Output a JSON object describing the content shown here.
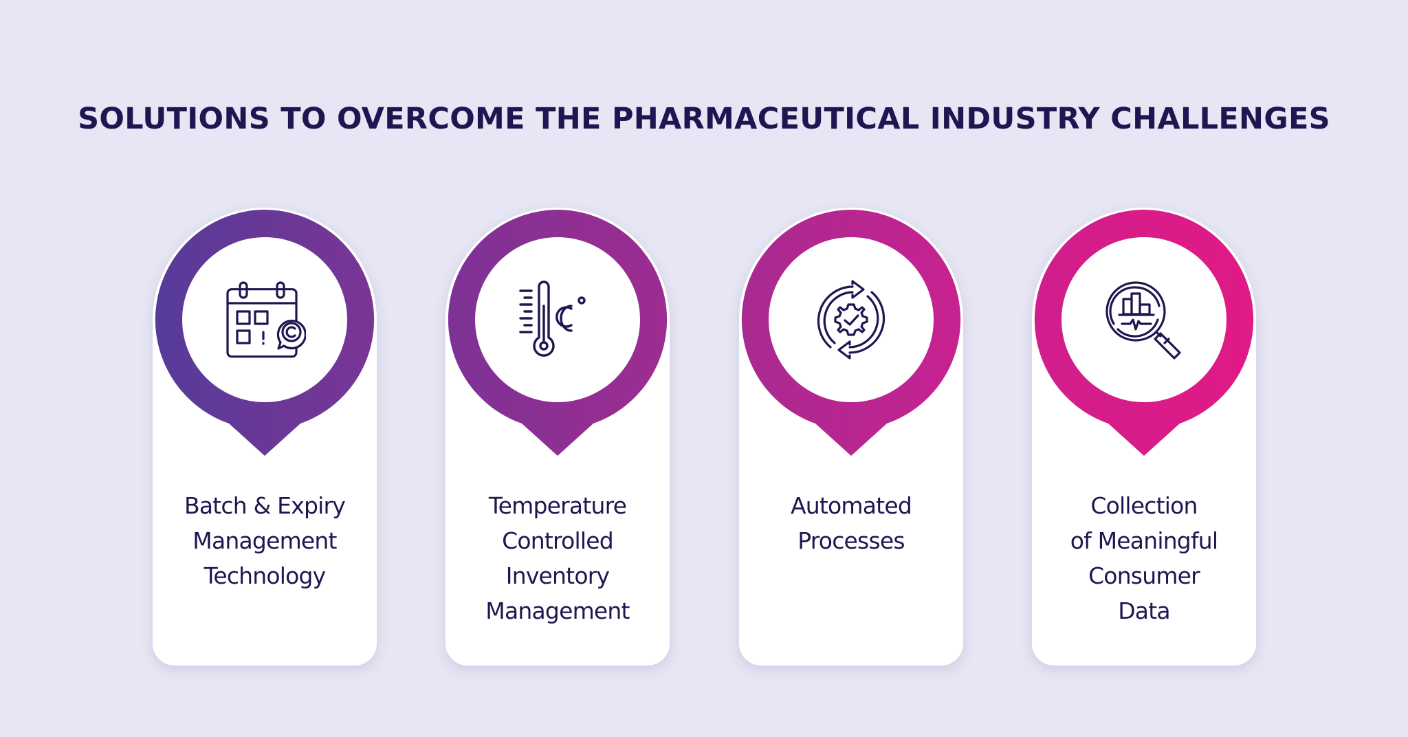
{
  "title": "SOLUTIONS TO OVERCOME THE PHARMACEUTICAL INDUSTRY CHALLENGES",
  "colors": {
    "background": "#E6E6F4",
    "text": "#1E1650",
    "gradient_start": "#563B99",
    "gradient_end": "#E01A86"
  },
  "cards": [
    {
      "icon": "calendar-expiry-icon",
      "lines": [
        "Batch & Expiry",
        "Management",
        "Technology"
      ],
      "gradient": [
        "#563B99",
        "#7A3595"
      ]
    },
    {
      "icon": "thermometer-celsius-icon",
      "lines": [
        "Temperature",
        "Controlled",
        "Inventory",
        "Management"
      ],
      "gradient": [
        "#7D3295",
        "#9E2C91"
      ]
    },
    {
      "icon": "automation-gear-cycle-icon",
      "lines": [
        "Automated",
        "Processes"
      ],
      "gradient": [
        "#A82A90",
        "#C72290"
      ]
    },
    {
      "icon": "magnifier-analytics-icon",
      "lines": [
        "Collection",
        "of Meaningful",
        "Consumer",
        "Data"
      ],
      "gradient": [
        "#D01E8C",
        "#E01A86"
      ]
    }
  ]
}
